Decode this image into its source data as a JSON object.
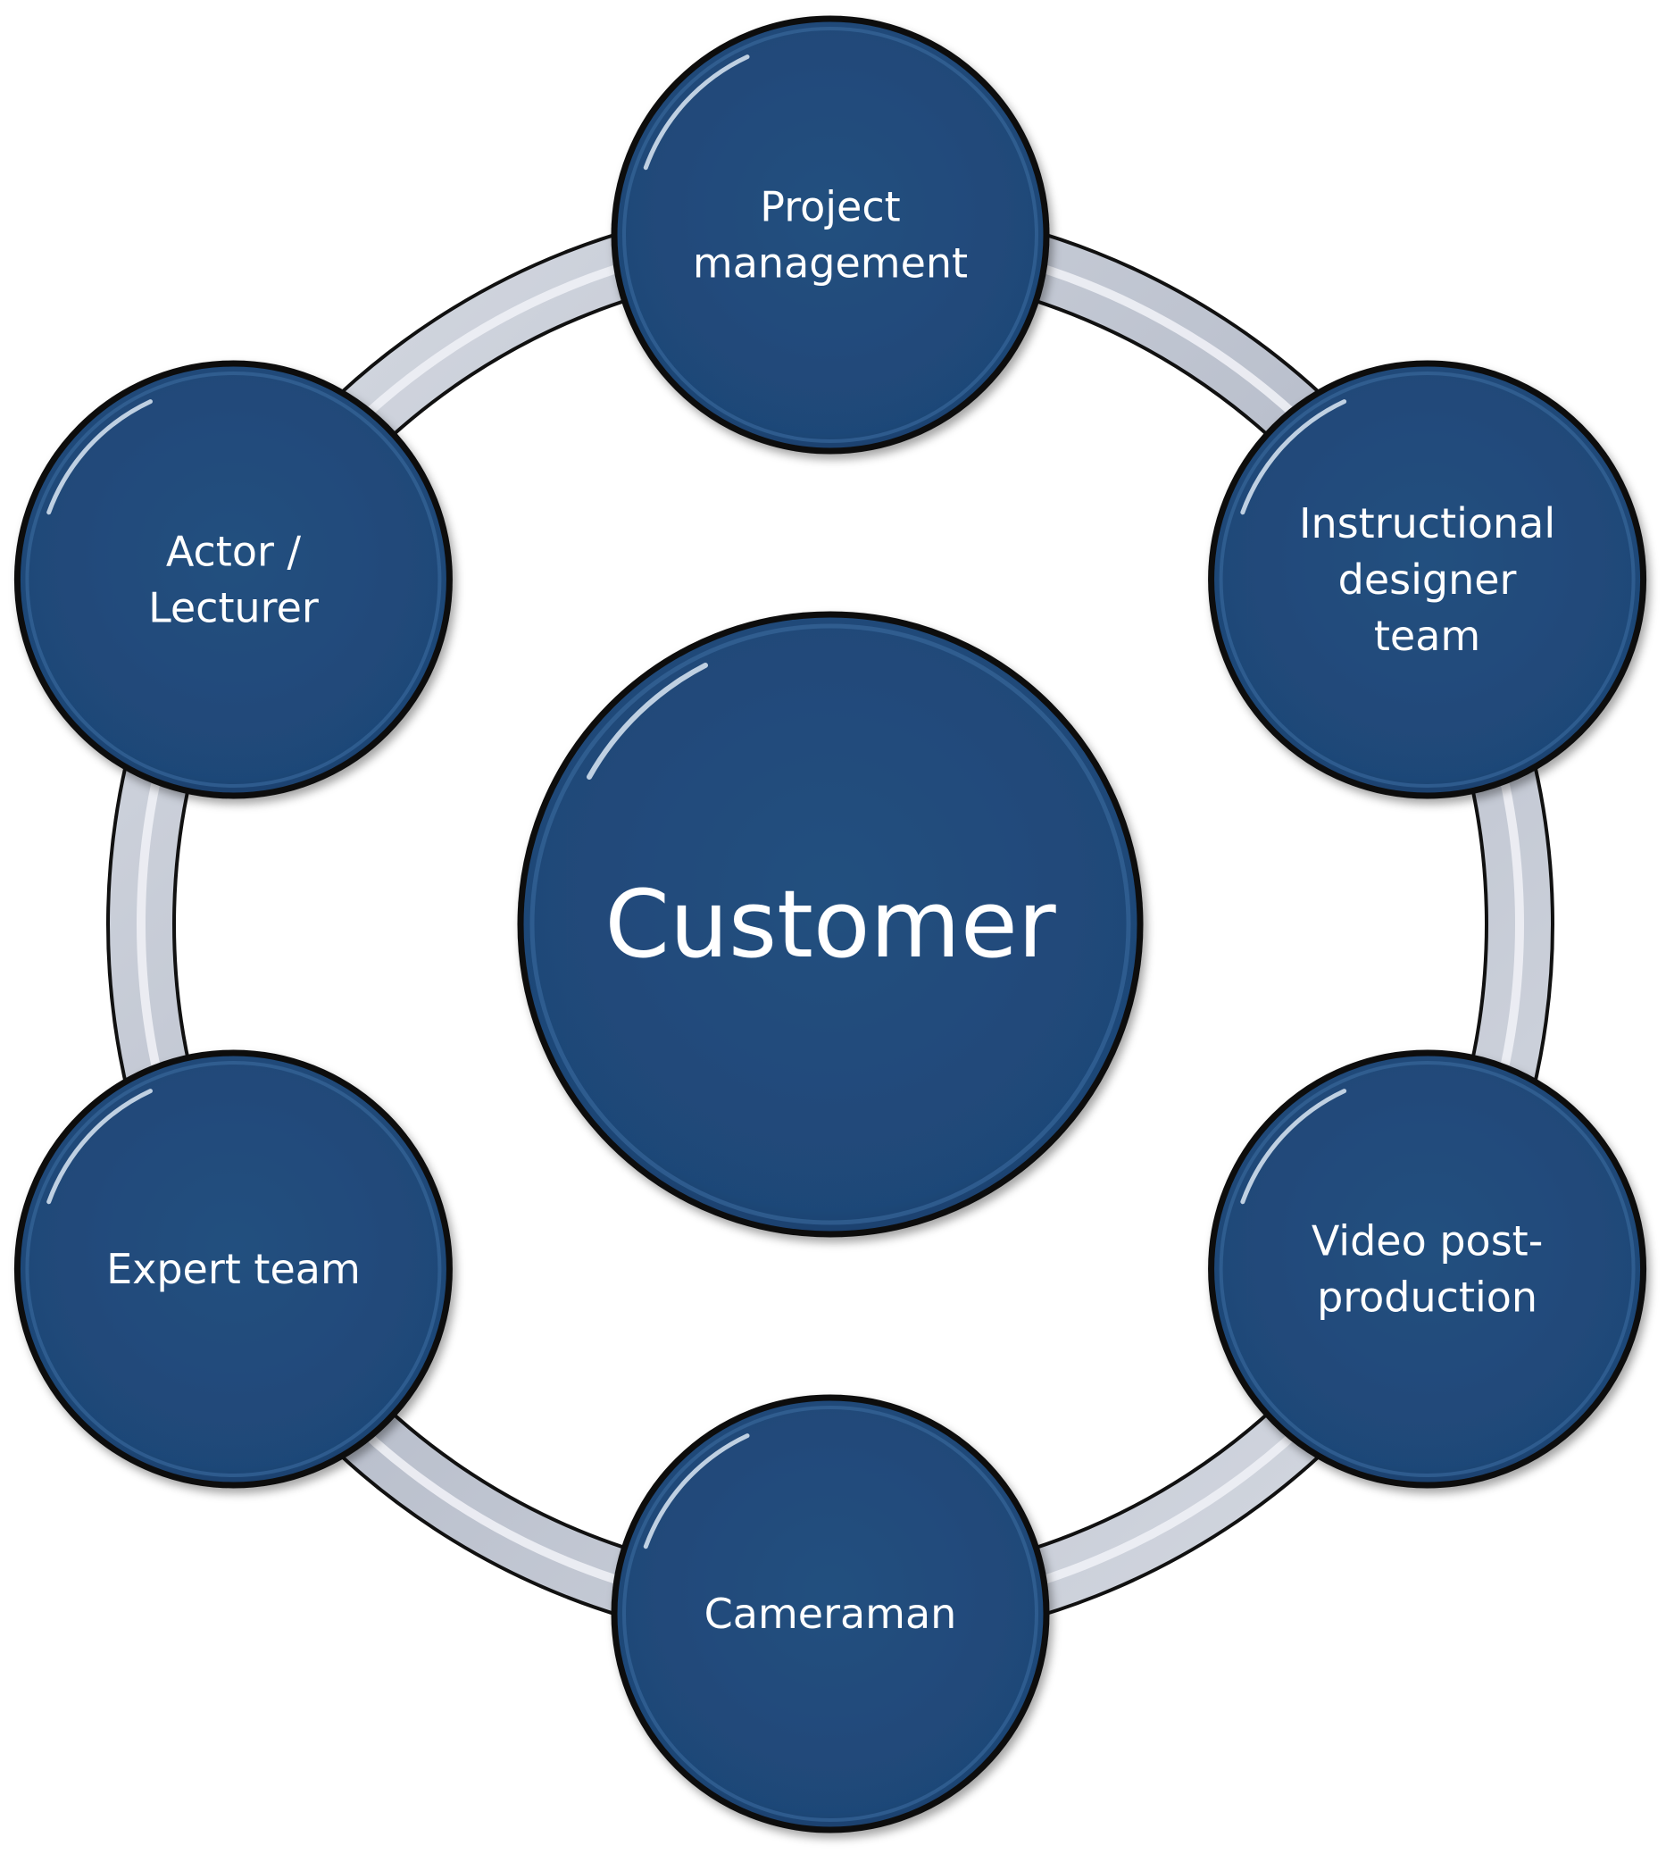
{
  "center": {
    "label": "Customer"
  },
  "nodes": [
    {
      "id": "project-management",
      "lines": [
        "Project",
        "management"
      ]
    },
    {
      "id": "instructional-designer-team",
      "lines": [
        "Instructional",
        "designer",
        "team"
      ]
    },
    {
      "id": "video-post-production",
      "lines": [
        "Video post-",
        "production"
      ]
    },
    {
      "id": "cameraman",
      "lines": [
        "Cameraman"
      ]
    },
    {
      "id": "expert-team",
      "lines": [
        "Expert team"
      ]
    },
    {
      "id": "actor-lecturer",
      "lines": [
        "Actor /",
        "Lecturer"
      ]
    }
  ],
  "colors": {
    "circle_fill": "#1f4778",
    "circle_fill_dark": "#173a66",
    "circle_outline": "#0d0d0d",
    "ring_fill": "#c6cbd6",
    "ring_highlight": "#eef0f5",
    "ring_outline": "#111111",
    "text": "#ffffff"
  }
}
